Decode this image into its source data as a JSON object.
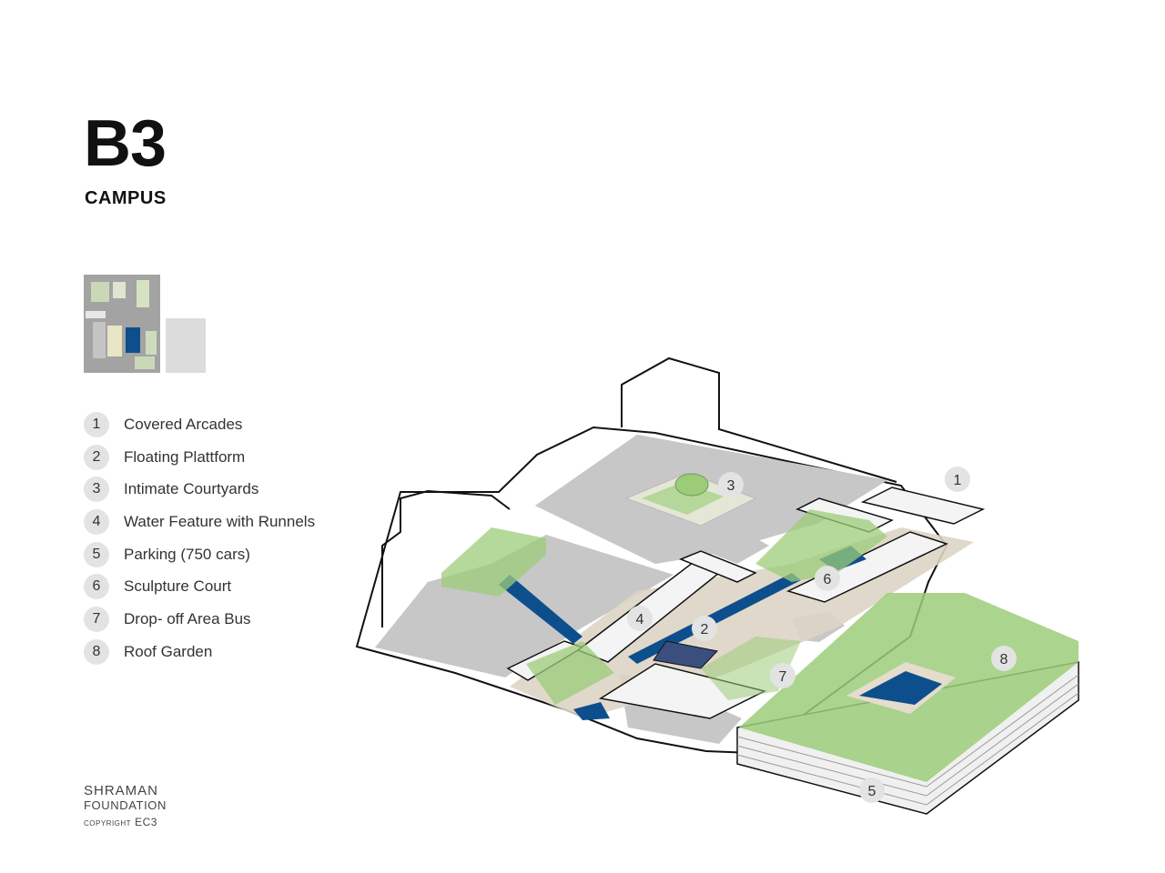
{
  "header": {
    "title": "B3",
    "subtitle": "CAMPUS"
  },
  "legend": {
    "items": [
      {
        "num": "1",
        "label": "Covered Arcades"
      },
      {
        "num": "2",
        "label": "Floating Plattform"
      },
      {
        "num": "3",
        "label": "Intimate Courtyards"
      },
      {
        "num": "4",
        "label": "Water Feature with Runnels"
      },
      {
        "num": "5",
        "label": "Parking (750 cars)"
      },
      {
        "num": "6",
        "label": "Sculpture Court"
      },
      {
        "num": "7",
        "label": "Drop- off Area Bus"
      },
      {
        "num": "8",
        "label": "Roof Garden"
      }
    ]
  },
  "callouts": {
    "c1": "1",
    "c2": "2",
    "c3": "3",
    "c4": "4",
    "c5": "5",
    "c6": "6",
    "c7": "7",
    "c8": "8"
  },
  "footer": {
    "line1": "SHRAMAN",
    "line2": "FOUNDATION",
    "copyright": "COPYRIGHT",
    "mark": "EC3"
  },
  "colors": {
    "water": "#0d4f8c",
    "tree_green": "#9ccc7a",
    "ground_gray": "#c7c7c7",
    "pavement": "#ddd4c4",
    "building": "#f4f4f4"
  }
}
